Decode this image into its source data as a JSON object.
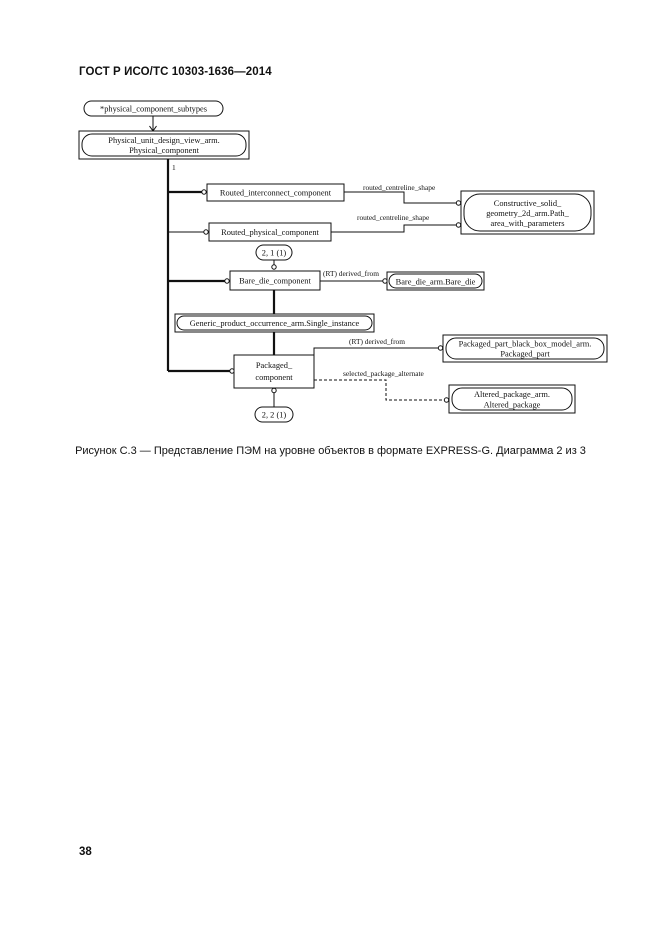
{
  "page": {
    "header": "ГОСТ Р ИСО/ТС 10303-1636—2014",
    "caption": "Рисунок С.3 — Представление ПЭМ на уровне объектов в формате EXPRESS-G. Диаграмма 2 из 3",
    "page_number": "38"
  },
  "diagram": {
    "subtypes_label": "*physical_component_subtypes",
    "physical_component": {
      "line1": "Physical_unit_design_view_arm.",
      "line2": "Physical_component"
    },
    "cardinality": "1",
    "routed_interconnect": "Routed_interconnect_component",
    "routed_physical": "Routed_physical_component",
    "csg": {
      "line1": "Constructive_solid_",
      "line2": "geometry_2d_arm.Path_",
      "line3": "area_with_parameters"
    },
    "rel_centreline_1": "routed_centreline_shape",
    "rel_centreline_2": "routed_centreline_shape",
    "page_ref_1": "2, 1 (1)",
    "bare_die_component": "Bare_die_component",
    "rel_derived_1": "(RT) derived_from",
    "bare_die": "Bare_die_arm.Bare_die",
    "generic_occurrence": "Generic_product_occurrence_arm.Single_instance",
    "packaged_component": {
      "line1": "Packaged_",
      "line2": "component"
    },
    "rel_derived_2": "(RT) derived_from",
    "packaged_part": {
      "line1": "Packaged_part_black_box_model_arm.",
      "line2": "Packaged_part"
    },
    "rel_selected": "selected_package_alternate",
    "altered_package": {
      "line1": "Altered_package_arm.",
      "line2": "Altered_package"
    },
    "page_ref_2": "2, 2 (1)"
  }
}
